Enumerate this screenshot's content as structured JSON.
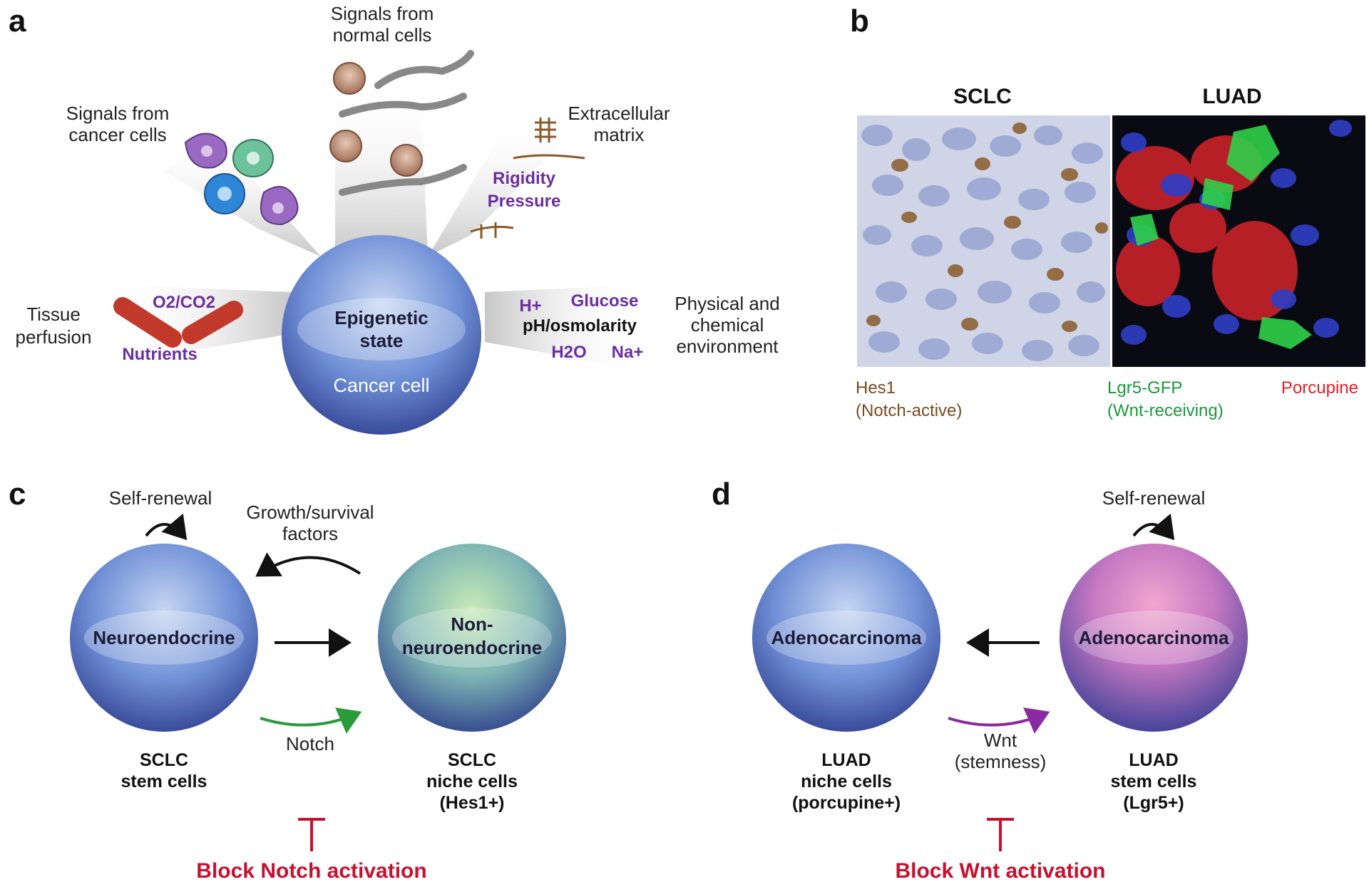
{
  "panels": {
    "a": "a",
    "b": "b",
    "c": "c",
    "d": "d"
  },
  "panel_a": {
    "center_title_line1": "Epigenetic",
    "center_title_line2": "state",
    "center_subtitle": "Cancer cell",
    "normal_cells_line1": "Signals from",
    "normal_cells_line2": "normal cells",
    "cancer_cells_line1": "Signals from",
    "cancer_cells_line2": "cancer cells",
    "ecm_line1": "Extracellular",
    "ecm_line2": "matrix",
    "rigidity": "Rigidity",
    "pressure": "Pressure",
    "perfusion_line1": "Tissue",
    "perfusion_line2": "perfusion",
    "o2co2": "O2/CO2",
    "nutrients": "Nutrients",
    "hplus": "H+",
    "glucose": "Glucose",
    "ph_osmolarity": "pH/osmolarity",
    "h2o": "H2O",
    "na": "Na+",
    "env_line1": "Physical and",
    "env_line2": "chemical",
    "env_line3": "environment"
  },
  "panel_b": {
    "sclc_title": "SCLC",
    "luad_title": "LUAD",
    "hes1_line1": "Hes1",
    "hes1_line2": "(Notch-active)",
    "lgr5_line1": "Lgr5-GFP",
    "lgr5_line2": "(Wnt-receiving)",
    "porcupine": "Porcupine"
  },
  "panel_c": {
    "self_renewal": "Self-renewal",
    "growth_line1": "Growth/survival",
    "growth_line2": "factors",
    "sphere_left": "Neuroendocrine",
    "sphere_right_line1": "Non-",
    "sphere_right_line2": "neuroendocrine",
    "notch": "Notch",
    "left_caption_line1": "SCLC",
    "left_caption_line2": "stem cells",
    "right_caption_line1": "SCLC",
    "right_caption_line2": "niche cells",
    "right_caption_line3": "(Hes1+)",
    "block": "Block Notch activation"
  },
  "panel_d": {
    "self_renewal": "Self-renewal",
    "sphere_left": "Adenocarcinoma",
    "sphere_right": "Adenocarcinoma",
    "wnt_line1": "Wnt",
    "wnt_line2": "(stemness)",
    "left_caption_line1": "LUAD",
    "left_caption_line2": "niche cells",
    "left_caption_line3": "(porcupine+)",
    "right_caption_line1": "LUAD",
    "right_caption_line2": "stem cells",
    "right_caption_line3": "(Lgr5+)",
    "block": "Block Wnt activation"
  },
  "colors": {
    "purple_text": "#6b2fa0",
    "block_red": "#c8102e",
    "hes1_brown": "#7a4a1e",
    "lgr5_green": "#1a9a3a",
    "porcupine_red": "#e0202a",
    "notch_arrow": "#2a9a3a",
    "wnt_arrow": "#8a2aa0"
  }
}
